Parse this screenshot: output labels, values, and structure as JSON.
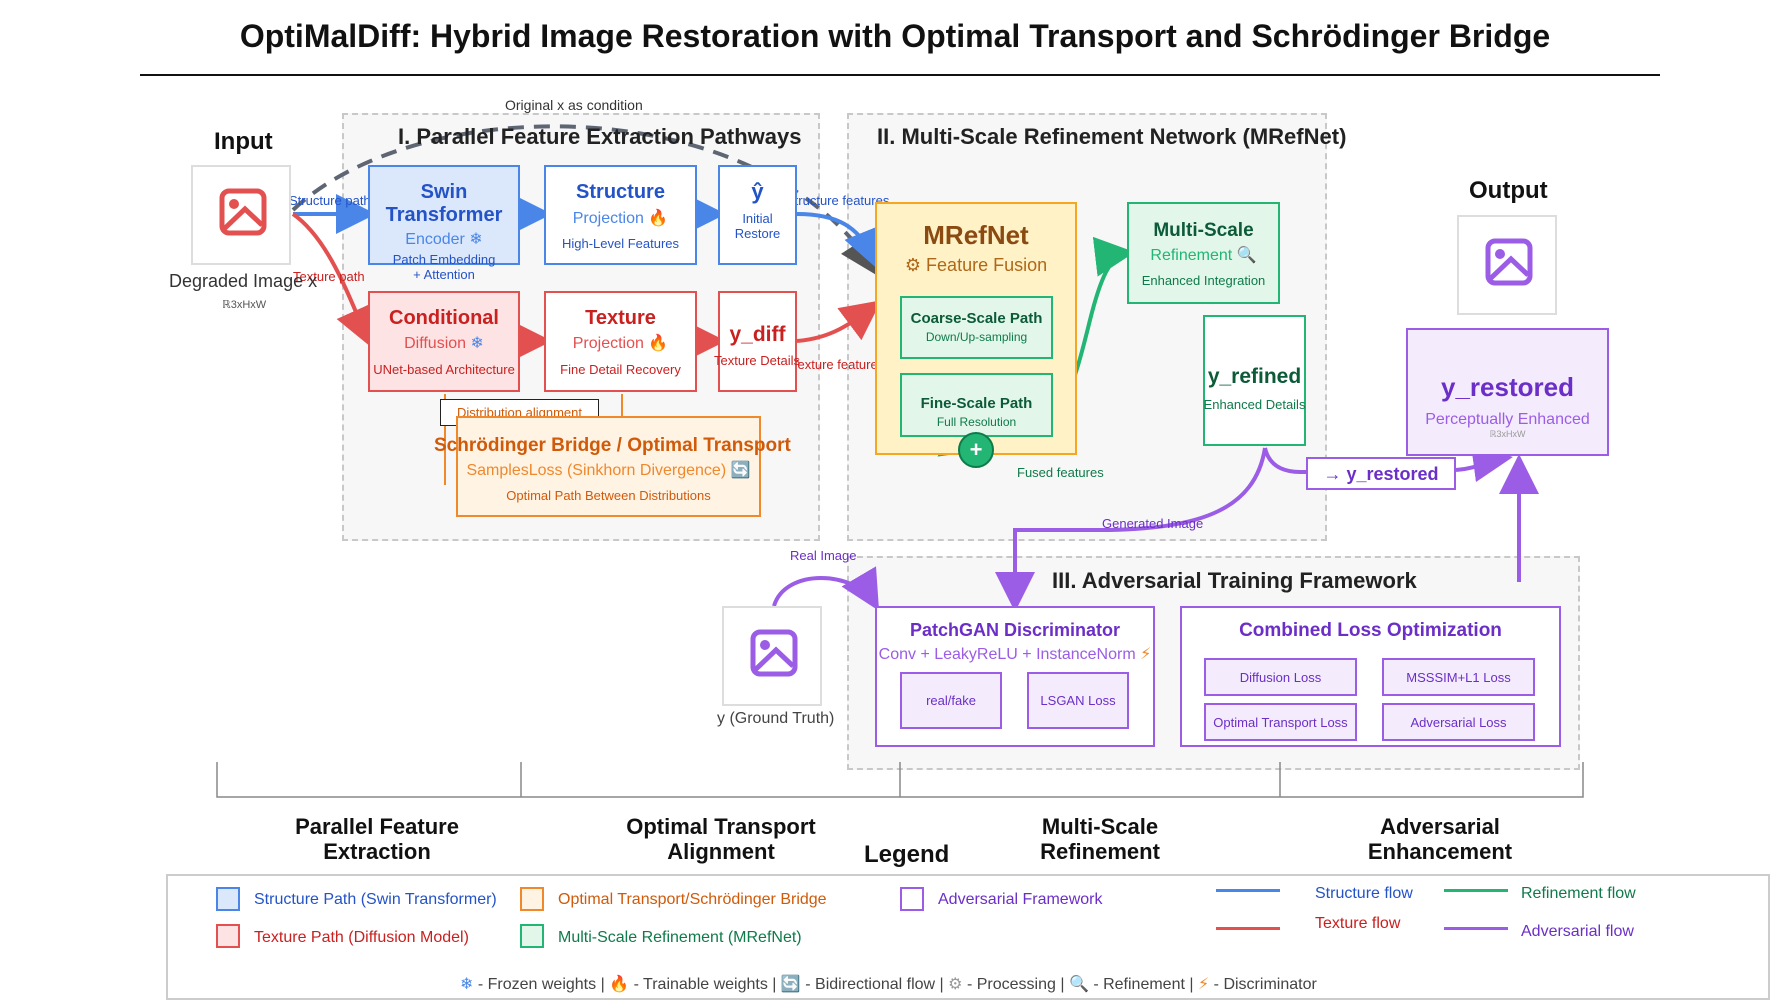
{
  "title": "OptiMalDiff: Hybrid Image Restoration with Optimal Transport and Schrödinger Bridge",
  "colors": {
    "structure": "#4a86e8",
    "texture": "#e35050",
    "ot": "#f0882c",
    "refine": "#22b573",
    "adversarial": "#9b5de5",
    "mref": "#f5a623"
  },
  "icons": {
    "frozen": "snowflake-icon",
    "trainable": "fire-icon",
    "bidirectional": "cycle-icon",
    "processing": "gear-icon",
    "refinement": "magnifier-icon",
    "discriminator": "lightning-icon",
    "image": "image-icon"
  },
  "input": {
    "heading": "Input",
    "caption": "Degraded Image x",
    "shape": "ℝ3xHxW"
  },
  "output": {
    "heading": "Output"
  },
  "sections": {
    "s1": "I. Parallel Feature Extraction Pathways",
    "s2": "II. Multi-Scale Refinement Network (MRefNet)",
    "s3": "III. Adversarial Training Framework"
  },
  "blocks": {
    "swin": {
      "title": "Swin Transformer",
      "sub": "Encoder",
      "line1": "Patch Embedding",
      "line2": "+ Attention"
    },
    "structure": {
      "title": "Structure",
      "sub": "Projection",
      "line1": "High-Level Features"
    },
    "yhat": {
      "title": "ŷ",
      "line1": "Initial",
      "line2": "Restore"
    },
    "cond": {
      "title": "Conditional",
      "sub": "Diffusion",
      "line1": "UNet-based Architecture"
    },
    "texture": {
      "title": "Texture",
      "sub": "Projection",
      "line1": "Fine Detail Recovery"
    },
    "ydiff": {
      "title": "y_diff",
      "line1": "Texture Details"
    },
    "sb": {
      "title": "Schrödinger Bridge / Optimal Transport",
      "sub": "SamplesLoss (Sinkhorn Divergence)",
      "line1": "Optimal Path Between Distributions"
    },
    "mrefnet": {
      "title": "MRefNet",
      "sub": "Feature Fusion"
    },
    "coarse": {
      "title": "Coarse-Scale Path",
      "line1": "Down/Up-sampling"
    },
    "fine": {
      "title": "Fine-Scale Path",
      "line1": "Full Resolution"
    },
    "fuse": {
      "symbol": "+"
    },
    "msr": {
      "title": "Multi-Scale",
      "sub": "Refinement",
      "line1": "Enhanced Integration"
    },
    "yrefined": {
      "title": "y_refined",
      "line1": "Enhanced Details"
    },
    "yrestored": {
      "title": "y_restored",
      "sub": "Perceptually Enhanced",
      "shape": "ℝ3xHxW"
    },
    "arrow_restored": "→ y_restored",
    "patchgan": {
      "title": "PatchGAN Discriminator",
      "sub": "Conv + LeakyReLU + InstanceNorm",
      "b1": "real/fake",
      "b2": "LSGAN Loss"
    },
    "loss": {
      "title": "Combined Loss Optimization",
      "l1": "Diffusion Loss",
      "l2": "MSSSIM+L1 Loss",
      "l3": "Optimal Transport Loss",
      "l4": "Adversarial Loss"
    },
    "gt": {
      "caption": "y (Ground Truth)"
    }
  },
  "flow_labels": {
    "original": "Original x as condition",
    "structure_path": "Structure path",
    "texture_path": "Texture path",
    "structure_features": "Structure features",
    "texture_features": "Texture features",
    "distribution": "Distribution alignment",
    "fused": "Fused features",
    "generated": "Generated Image",
    "real": "Real Image"
  },
  "stages": [
    {
      "l1": "Parallel Feature",
      "l2": "Extraction"
    },
    {
      "l1": "Optimal Transport",
      "l2": "Alignment"
    },
    {
      "l1": "Multi-Scale",
      "l2": "Refinement"
    },
    {
      "l1": "Adversarial",
      "l2": "Enhancement"
    }
  ],
  "legend": {
    "title": "Legend",
    "structure": "Structure Path (Swin Transformer)",
    "texture": "Texture Path (Diffusion Model)",
    "ot": "Optimal Transport/Schrödinger Bridge",
    "mref": "Multi-Scale Refinement (MRefNet)",
    "adv": "Adversarial Framework",
    "structure_flow": "Structure flow",
    "texture_flow": "Texture flow",
    "refinement_flow": "Refinement flow",
    "adversarial_flow": "Adversarial flow",
    "footer": {
      "frozen": "- Frozen weights |",
      "trainable": "- Trainable weights |",
      "bidirectional": "- Bidirectional flow |",
      "processing": "- Processing |",
      "refinement": "- Refinement |",
      "discriminator": "- Discriminator"
    }
  }
}
